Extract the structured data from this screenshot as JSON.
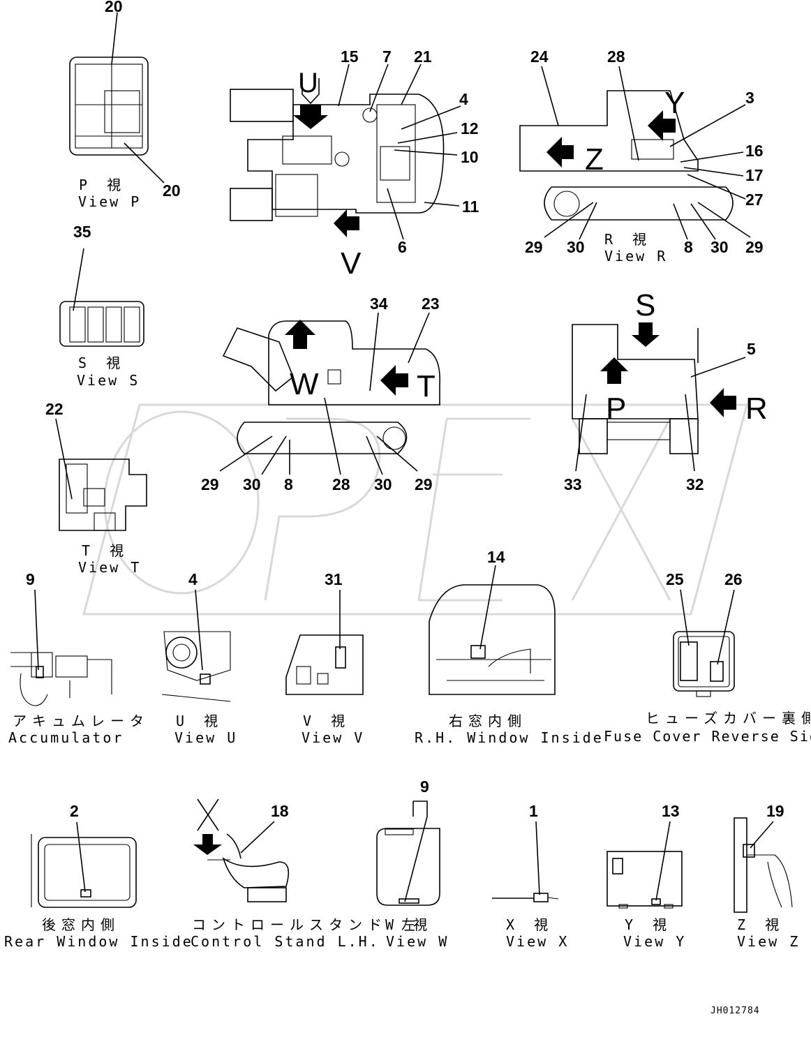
{
  "drawing_code": "JH012784",
  "watermark": "OPEX",
  "views": {
    "p": {
      "jp": "P 視",
      "en": "View P"
    },
    "r": {
      "jp": "R 視",
      "en": "View R"
    },
    "s": {
      "jp": "S 視",
      "en": "View S"
    },
    "t": {
      "jp": "T 視",
      "en": "View T"
    },
    "accumulator": {
      "jp": "アキュムレータ",
      "en": "Accumulator"
    },
    "u": {
      "jp": "U 視",
      "en": "View U"
    },
    "v": {
      "jp": "V 視",
      "en": "View V"
    },
    "rh_window": {
      "jp": "右窓内側",
      "en": "R.H. Window Inside"
    },
    "fuse_cover": {
      "jp": "ヒューズカバー裏側",
      "en": "Fuse Cover Reverse Side"
    },
    "rear_window": {
      "jp": "後窓内側",
      "en": "Rear Window Inside"
    },
    "control_stand": {
      "jp": "コントロールスタンド 左",
      "en": "Control Stand L.H."
    },
    "w": {
      "jp": "W 視",
      "en": "View W"
    },
    "x": {
      "jp": "X 視",
      "en": "View X"
    },
    "y": {
      "jp": "Y 視",
      "en": "View Y"
    },
    "z": {
      "jp": "Z 視",
      "en": "View Z"
    }
  },
  "arrow_letters": {
    "u": "U",
    "v": "V",
    "y": "Y",
    "z": "Z",
    "s": "S",
    "p": "P",
    "r": "R",
    "w": "W",
    "t": "T",
    "x": "X"
  },
  "callouts": {
    "c20a": "20",
    "c20b": "20",
    "c15": "15",
    "c7": "7",
    "c21": "21",
    "c4a": "4",
    "c12": "12",
    "c10": "10",
    "c11": "11",
    "c6": "6",
    "c24": "24",
    "c28a": "28",
    "c3": "3",
    "c16": "16",
    "c17": "17",
    "c27": "27",
    "r29a": "29",
    "r30a": "30",
    "r8": "8",
    "r30b": "30",
    "r29b": "29",
    "c35": "35",
    "c34": "34",
    "c23": "23",
    "c5": "5",
    "c22": "22",
    "s29a": "29",
    "s30a": "30",
    "s8": "8",
    "s28": "28",
    "s30b": "30",
    "s29b": "29",
    "c33": "33",
    "c32": "32",
    "c9a": "9",
    "c4b": "4",
    "c31": "31",
    "c14": "14",
    "c25": "25",
    "c26": "26",
    "c2": "2",
    "c18": "18",
    "c9b": "9",
    "c1": "1",
    "c13": "13",
    "c19": "19"
  }
}
